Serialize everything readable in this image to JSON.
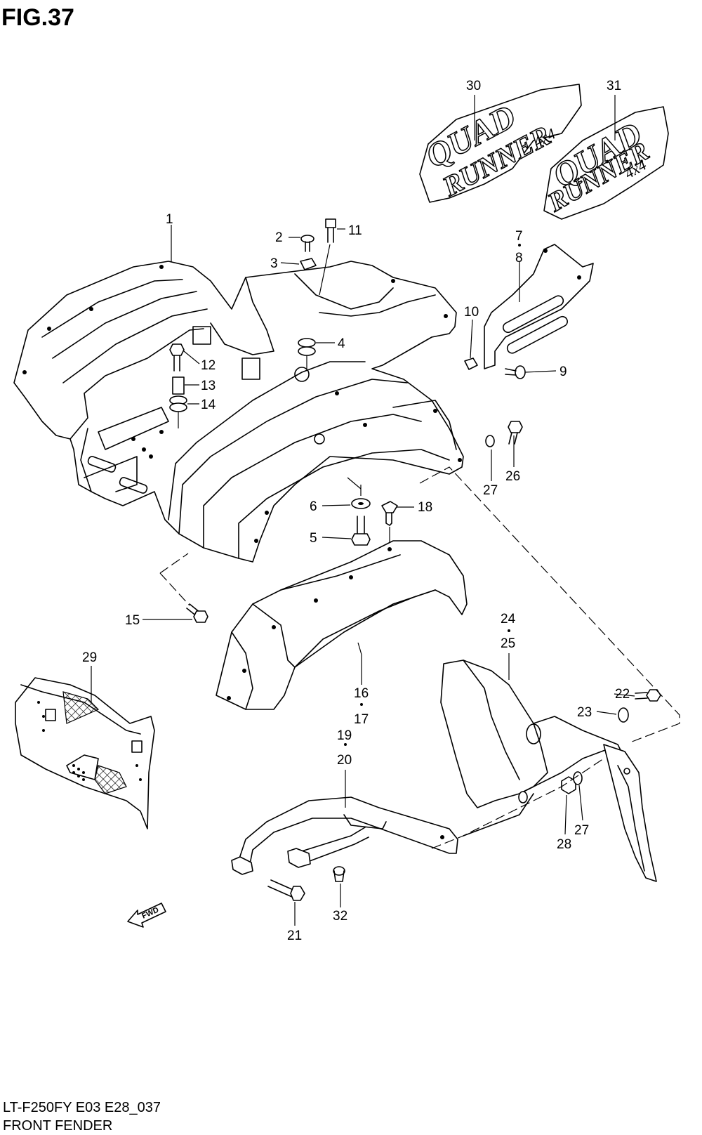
{
  "figure": {
    "title": "FIG.37",
    "code": "LT-F250FY E03 E28_037",
    "name": "FRONT FENDER"
  },
  "callouts": [
    {
      "id": "c1",
      "text": "1"
    },
    {
      "id": "c2",
      "text": "2"
    },
    {
      "id": "c3",
      "text": "3"
    },
    {
      "id": "c4",
      "text": "4"
    },
    {
      "id": "c5",
      "text": "5"
    },
    {
      "id": "c6",
      "text": "6"
    },
    {
      "id": "c7",
      "text": "7"
    },
    {
      "id": "c8",
      "text": "8"
    },
    {
      "id": "c9",
      "text": "9"
    },
    {
      "id": "c10",
      "text": "10"
    },
    {
      "id": "c11",
      "text": "11"
    },
    {
      "id": "c12",
      "text": "12"
    },
    {
      "id": "c13",
      "text": "13"
    },
    {
      "id": "c14",
      "text": "14"
    },
    {
      "id": "c15",
      "text": "15"
    },
    {
      "id": "c16",
      "text": "16"
    },
    {
      "id": "c17",
      "text": "17"
    },
    {
      "id": "c18",
      "text": "18"
    },
    {
      "id": "c19",
      "text": "19"
    },
    {
      "id": "c20",
      "text": "20"
    },
    {
      "id": "c21",
      "text": "21"
    },
    {
      "id": "c22",
      "text": "22"
    },
    {
      "id": "c23",
      "text": "23"
    },
    {
      "id": "c24",
      "text": "24"
    },
    {
      "id": "c25",
      "text": "25"
    },
    {
      "id": "c26",
      "text": "26"
    },
    {
      "id": "c27a",
      "text": "27"
    },
    {
      "id": "c27b",
      "text": "27"
    },
    {
      "id": "c28",
      "text": "28"
    },
    {
      "id": "c29",
      "text": "29"
    },
    {
      "id": "c30",
      "text": "30"
    },
    {
      "id": "c31",
      "text": "31"
    },
    {
      "id": "c32",
      "text": "32"
    }
  ],
  "decals": {
    "left_line1": "QUAD",
    "left_line2": "RUNNER",
    "left_badge": "4x4",
    "right_line1": "QUAD",
    "right_line2": "RUNNER",
    "right_badge": "4x4"
  },
  "fwd_label": "FWD"
}
